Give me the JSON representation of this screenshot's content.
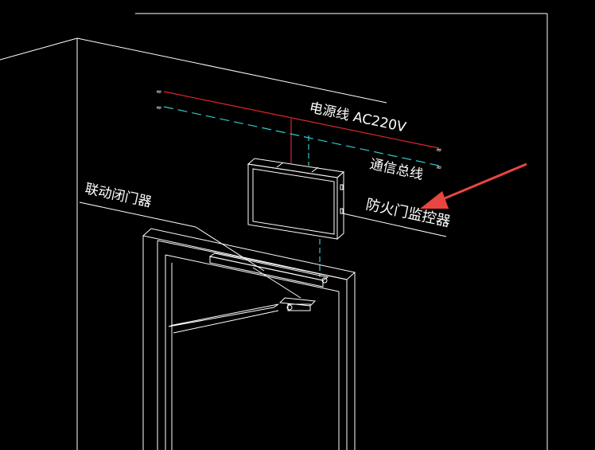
{
  "labels": {
    "power_line": "电源线 AC220V",
    "comm_bus": "通信总线",
    "fire_door_monitor": "防火门监控器",
    "linked_door_closer": "联动闭门器"
  },
  "colors": {
    "background": "#000000",
    "line": "#ffffff",
    "power": "#e0262b",
    "bus": "#35c6c9",
    "arrow": "#e8463e"
  }
}
